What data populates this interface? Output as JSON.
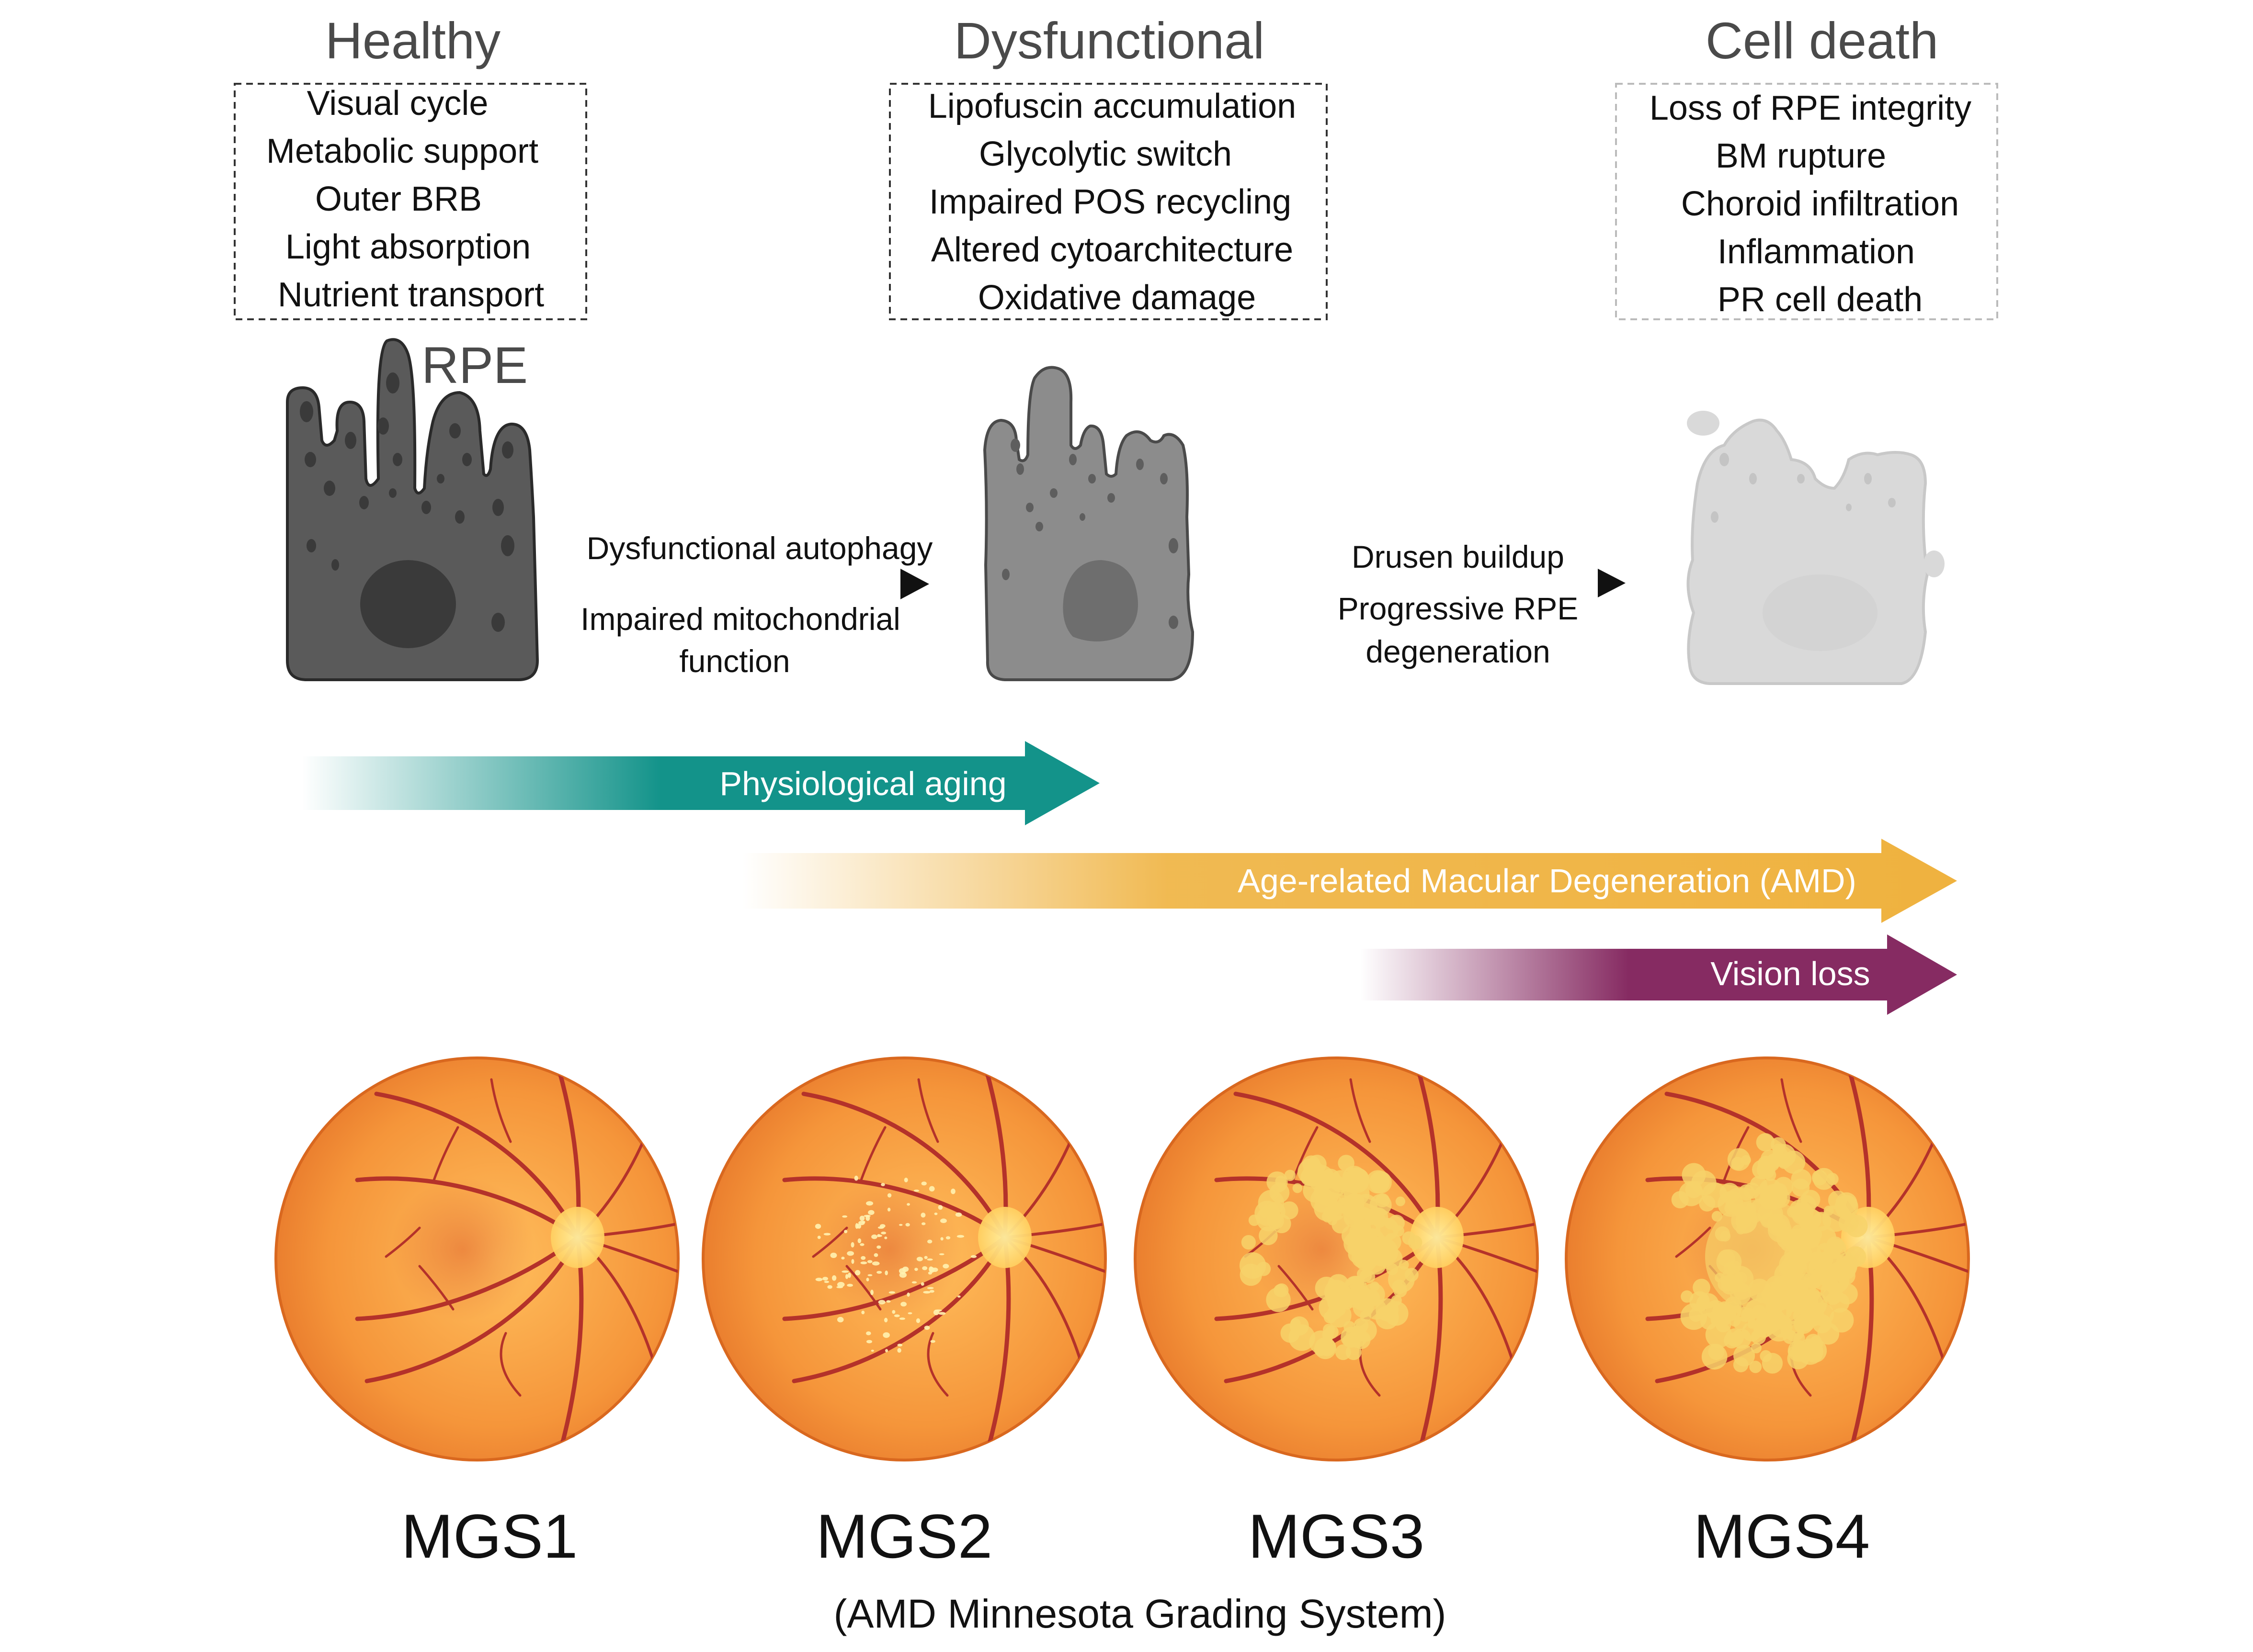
{
  "stages": [
    {
      "title": "Healthy",
      "items": [
        "Visual cycle",
        "Metabolic support",
        "Outer BRB",
        "Light absorption",
        "Nutrient transport"
      ]
    },
    {
      "title": "Dysfunctional",
      "items": [
        "Lipofuscin accumulation",
        "Glycolytic switch",
        "Impaired POS recycling",
        "Altered cytoarchitecture",
        "Oxidative damage"
      ]
    },
    {
      "title": "Cell death",
      "items": [
        "Loss of RPE integrity",
        "BM rupture",
        "Choroid infiltration",
        "Inflammation",
        "PR cell death"
      ]
    }
  ],
  "cell_label": "RPE",
  "transitions": [
    {
      "above": [
        "Dysfunctional autophagy"
      ],
      "below": [
        "Impaired mitochondrial",
        "function"
      ]
    },
    {
      "above": [
        "Drusen buildup"
      ],
      "below": [
        "Progressive RPE",
        "degeneration"
      ]
    }
  ],
  "bands": [
    {
      "label": "Physiological aging",
      "color": "#13938a"
    },
    {
      "label": "Age-related Macular Degeneration (AMD)",
      "color": "#efb23f"
    },
    {
      "label": "Vision loss",
      "color": "#862b62"
    }
  ],
  "cell_colors": [
    "#5a5a5a",
    "#8c8c8c",
    "#d9d9d9"
  ],
  "fundus": {
    "grades": [
      "MGS1",
      "MGS2",
      "MGS3",
      "MGS4"
    ],
    "caption": "(AMD Minnesota Grading System)",
    "colors": {
      "retina": "#f49a3a",
      "vessel": "#b4322a",
      "disc": "#ffd46a",
      "lesion": "#f7d26a"
    }
  }
}
